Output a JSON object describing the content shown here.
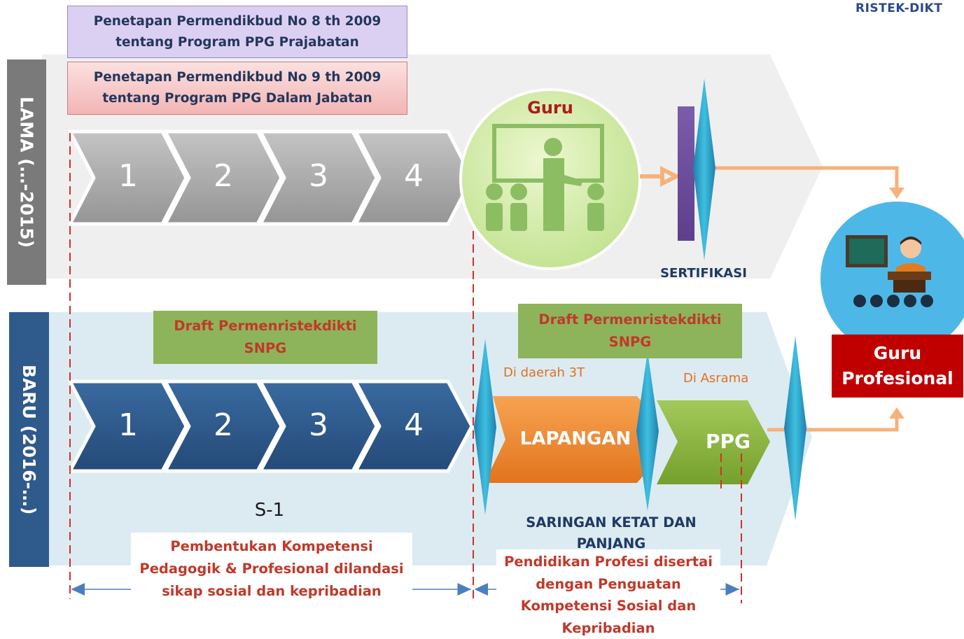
{
  "brand": {
    "logo_text": "RISTEK-DIKT"
  },
  "old": {
    "label": "LAMA (…-2015)",
    "reg_prajabatan": "Penetapan Permendikbud No 8 th 2009 tentang Program PPG Prajabatan",
    "reg_dalam_jabatan": "Penetapan Permendikbud No 9 th 2009 tentang Program PPG Dalam Jabatan",
    "steps": [
      "1",
      "2",
      "3",
      "4"
    ],
    "guru_label": "Guru",
    "sertifikasi_label": "SERTIFIKASI"
  },
  "new": {
    "label": "BARU (2016-…)",
    "draft_left": "Draft Permenristekdikti SNPG",
    "draft_right": "Draft Permenristekdikti SNPG",
    "steps": [
      "1",
      "2",
      "3",
      "4"
    ],
    "s1_label": "S-1",
    "daerah_label": "Di daerah 3T",
    "asrama_label": "Di Asrama",
    "lapangan_label": "LAPANGAN",
    "ppg_label": "PPG",
    "saringan_label": "SARINGAN KETAT DAN PANJANG",
    "kompetensi_text": "Pembentukan  Kompetensi Pedagogik & Profesional dilandasi sikap sosial dan kepribadian",
    "profesi_text": "Pendidikan Profesi disertai dengan Penguatan Kompetensi Sosial dan Kepribadian"
  },
  "outcome": {
    "label": "Guru Profesional"
  },
  "colors": {
    "old_band": "#efefef",
    "new_band": "#dcebf2",
    "old_chevron": "#a8a8a8",
    "new_chevron": "#2e5a8d",
    "lapangan": "#f08a2c",
    "ppg": "#8ab53a",
    "diamond": "#2aa3c9",
    "arrow": "#f6b27a",
    "dashed": "#d0302a",
    "guru_red": "#b01b1b",
    "draft_green": "#8db45a",
    "draft_text": "#c0392b",
    "orange_text": "#e07020",
    "navy_text": "#1f3a63",
    "outcome_red": "#c00000"
  }
}
